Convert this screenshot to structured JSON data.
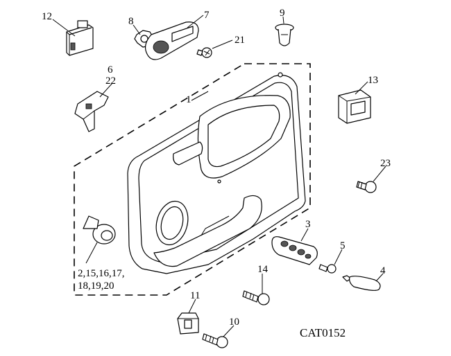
{
  "diagram": {
    "catalog_code": "CAT0152",
    "callouts": [
      {
        "id": "c1",
        "label": "1"
      },
      {
        "id": "c3",
        "label": "3"
      },
      {
        "id": "c4",
        "label": "4"
      },
      {
        "id": "c5",
        "label": "5"
      },
      {
        "id": "c6",
        "label": "6"
      },
      {
        "id": "c22",
        "label": "22"
      },
      {
        "id": "c7",
        "label": "7"
      },
      {
        "id": "c8",
        "label": "8"
      },
      {
        "id": "c9",
        "label": "9"
      },
      {
        "id": "c10",
        "label": "10"
      },
      {
        "id": "c11",
        "label": "11"
      },
      {
        "id": "c12",
        "label": "12"
      },
      {
        "id": "c13",
        "label": "13"
      },
      {
        "id": "c14",
        "label": "14"
      },
      {
        "id": "c21",
        "label": "21"
      },
      {
        "id": "c23",
        "label": "23"
      },
      {
        "id": "c2a",
        "label": "2,15,16,17,"
      },
      {
        "id": "c2b",
        "label": "18,19,20"
      }
    ]
  }
}
